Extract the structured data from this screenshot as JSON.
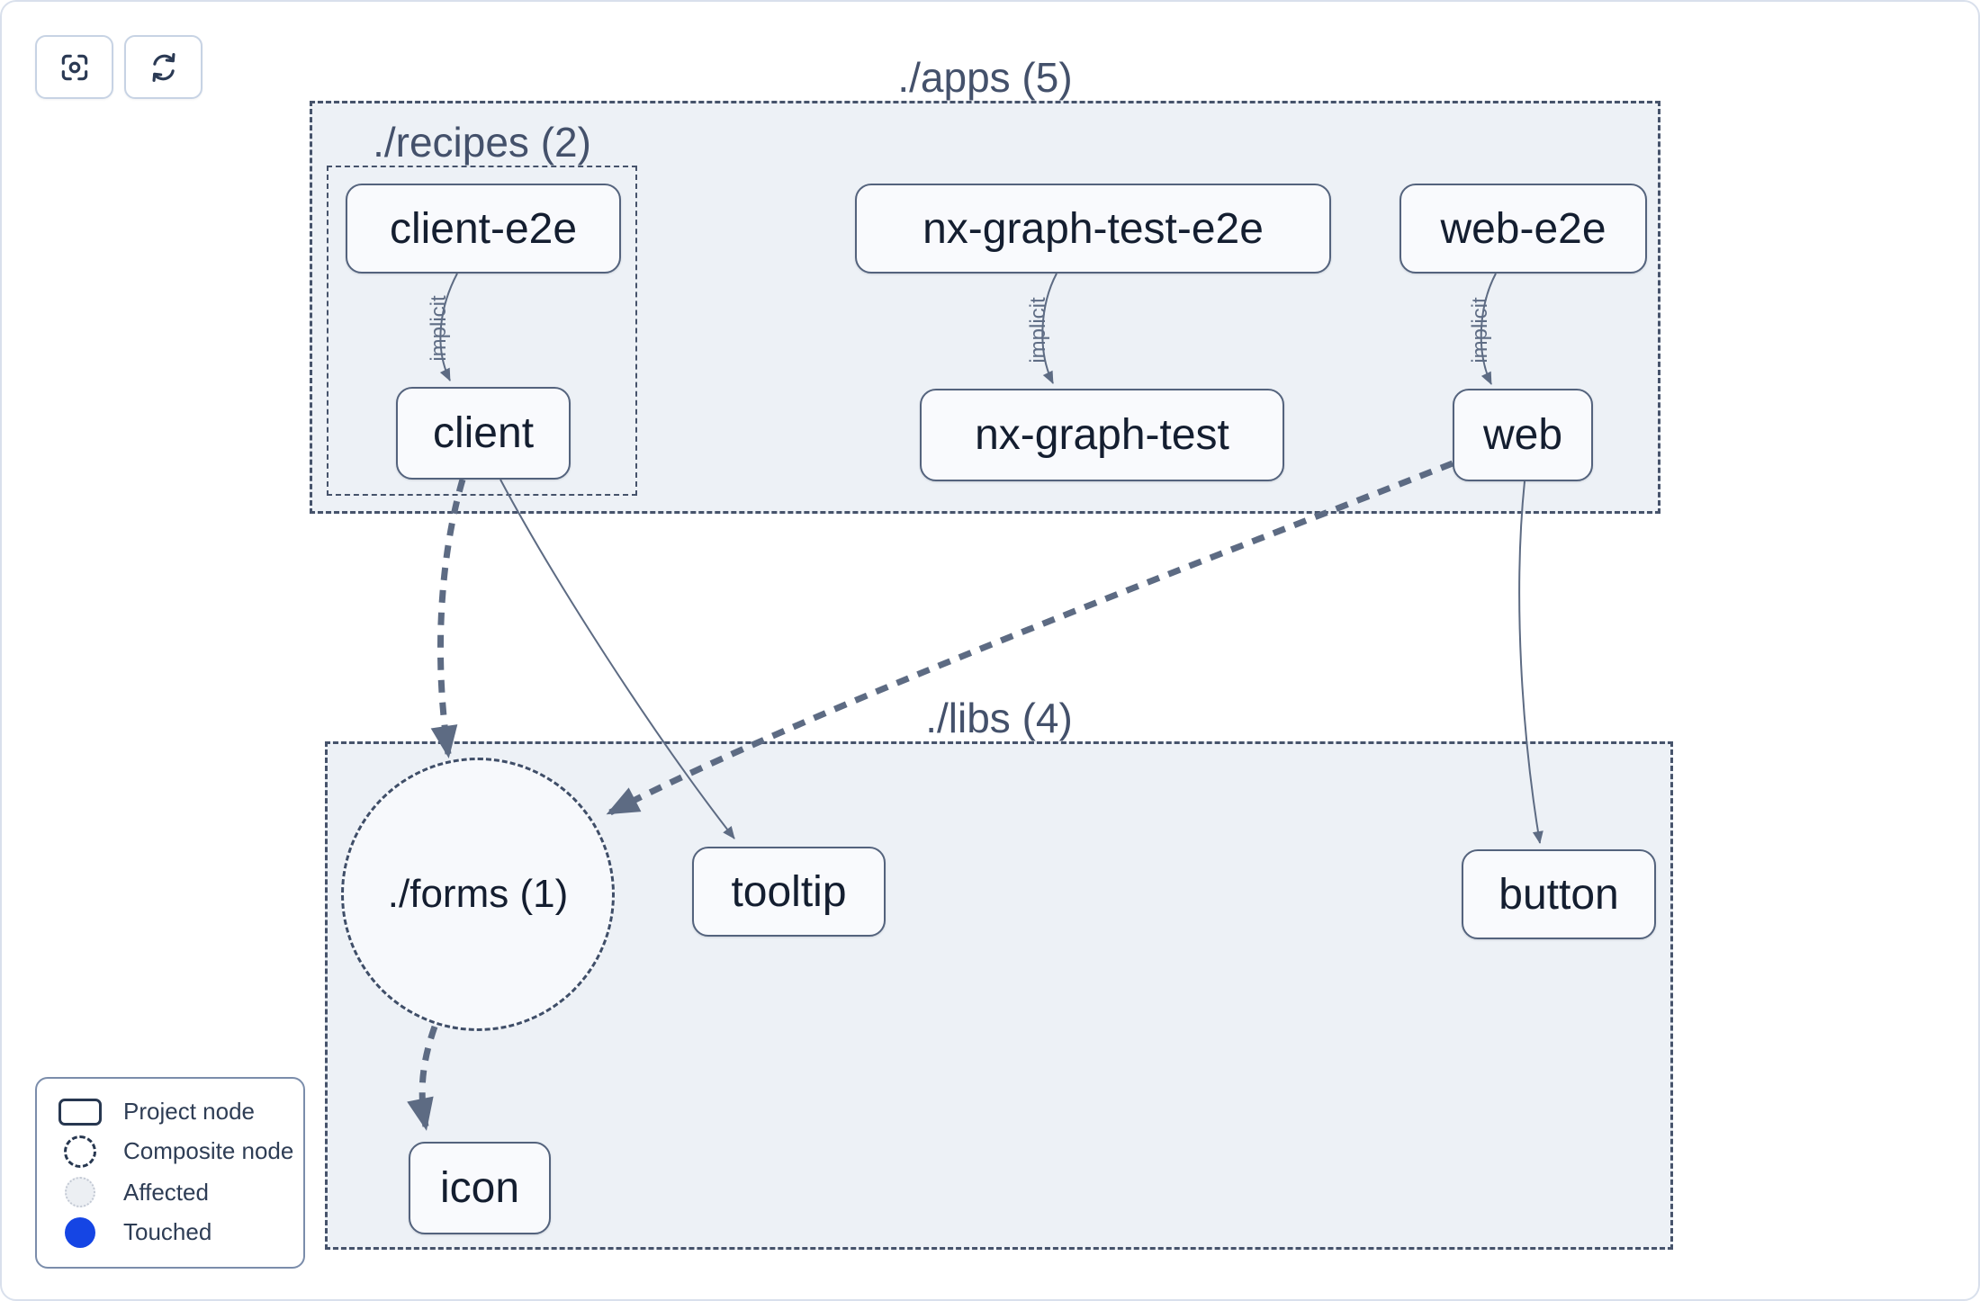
{
  "toolbar": {
    "buttons": [
      {
        "name": "zoom-to-fit"
      },
      {
        "name": "refresh"
      }
    ]
  },
  "groups": [
    {
      "id": "apps",
      "label": "./apps (5)"
    },
    {
      "id": "recipes",
      "label": "./recipes (2)"
    },
    {
      "id": "libs",
      "label": "./libs (4)"
    }
  ],
  "nodes": [
    {
      "id": "client-e2e",
      "label": "client-e2e",
      "type": "project"
    },
    {
      "id": "nx-graph-test-e2e",
      "label": "nx-graph-test-e2e",
      "type": "project"
    },
    {
      "id": "web-e2e",
      "label": "web-e2e",
      "type": "project"
    },
    {
      "id": "client",
      "label": "client",
      "type": "project"
    },
    {
      "id": "nx-graph-test",
      "label": "nx-graph-test",
      "type": "project"
    },
    {
      "id": "web",
      "label": "web",
      "type": "project"
    },
    {
      "id": "forms",
      "label": "./forms (1)",
      "type": "composite"
    },
    {
      "id": "tooltip",
      "label": "tooltip",
      "type": "project"
    },
    {
      "id": "button",
      "label": "button",
      "type": "project"
    },
    {
      "id": "icon",
      "label": "icon",
      "type": "project"
    }
  ],
  "edges": [
    {
      "from": "client-e2e",
      "to": "client",
      "label": "implicit",
      "style": "implicit"
    },
    {
      "from": "nx-graph-test-e2e",
      "to": "nx-graph-test",
      "label": "implicit",
      "style": "implicit"
    },
    {
      "from": "web-e2e",
      "to": "web",
      "label": "implicit",
      "style": "implicit"
    },
    {
      "from": "client",
      "to": "tooltip",
      "label": "",
      "style": "direct"
    },
    {
      "from": "web",
      "to": "button",
      "label": "",
      "style": "direct"
    },
    {
      "from": "client",
      "to": "./forms",
      "label": "",
      "style": "composite"
    },
    {
      "from": "web",
      "to": "./forms",
      "label": "",
      "style": "composite"
    },
    {
      "from": "./forms",
      "to": "icon",
      "label": "",
      "style": "composite"
    }
  ],
  "legend": {
    "items": [
      {
        "label": "Project node",
        "swatch": "project-rect"
      },
      {
        "label": "Composite node",
        "swatch": "composite-dashed-circle"
      },
      {
        "label": "Affected",
        "swatch": "affected-dotted-circle"
      },
      {
        "label": "Touched",
        "swatch": "touched-filled-circle"
      }
    ]
  },
  "colors": {
    "touched_blue": "#1545e4",
    "container_fill": "#edf1f6",
    "node_border": "#54637d",
    "edge": "#5d6b83"
  }
}
